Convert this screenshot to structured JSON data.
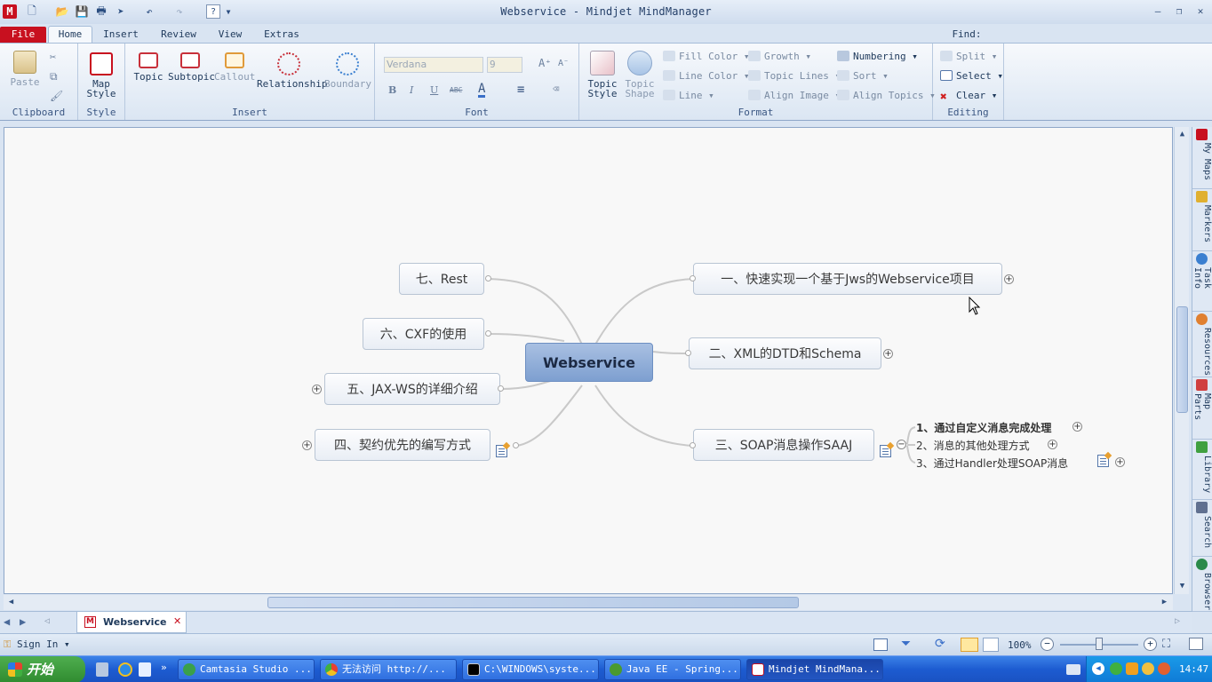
{
  "window": {
    "title": "Webservice - Mindjet MindManager"
  },
  "find": {
    "label": "Find:",
    "value": ""
  },
  "tabs": [
    "File",
    "Home",
    "Insert",
    "Review",
    "View",
    "Extras"
  ],
  "ribbon": {
    "clipboard": {
      "label": "Clipboard",
      "paste": "Paste"
    },
    "style": {
      "label": "Style",
      "map_style": "Map Style"
    },
    "insert": {
      "label": "Insert",
      "topic": "Topic",
      "subtopic": "Subtopic",
      "callout": "Callout",
      "relationship": "Relationship",
      "boundary": "Boundary"
    },
    "font": {
      "label": "Font",
      "family": "Verdana",
      "size": "9",
      "bold": "B",
      "italic": "I",
      "underline": "U",
      "strike": "ABC",
      "color": "A"
    },
    "format": {
      "label": "Format",
      "topic_style": "Topic Style",
      "topic_shape": "Topic Shape",
      "fill_color": "Fill Color",
      "line_color": "Line Color",
      "line": "Line",
      "growth": "Growth",
      "topic_lines": "Topic Lines",
      "align_image": "Align Image",
      "numbering": "Numbering",
      "sort": "Sort",
      "align_topics": "Align Topics"
    },
    "editing": {
      "label": "Editing",
      "split": "Split",
      "select": "Select",
      "clear": "Clear"
    }
  },
  "map": {
    "central": "Webservice",
    "topics": [
      "七、Rest",
      "六、CXF的使用",
      "五、JAX-WS的详细介绍",
      "四、契约优先的编写方式",
      "一、快速实现一个基于Jws的Webservice项目",
      "二、XML的DTD和Schema",
      "三、SOAP消息操作SAAJ"
    ],
    "subtopics": [
      "1、通过自定义消息完成处理",
      "2、消息的其他处理方式",
      "3、通过Handler处理SOAP消息"
    ]
  },
  "sidebar": [
    "My Maps",
    "Markers",
    "Task Info",
    "Resources",
    "Map Parts",
    "Library",
    "Search",
    "Browser"
  ],
  "doc_tab": {
    "name": "Webservice"
  },
  "status": {
    "sign_in": "Sign In",
    "zoom": "100%"
  },
  "taskbar": {
    "start": "开始",
    "tasks": [
      "Camtasia Studio ...",
      "无法访问 http://...",
      "C:\\WINDOWS\\syste...",
      "Java EE - Spring...",
      "Mindjet MindMana..."
    ],
    "time": "14:47"
  },
  "colors": {
    "file_tab": "#c8101f",
    "central_topic": "#7d9fd0",
    "taskbar": "#1d5cd1",
    "start": "#2f8b2f"
  }
}
